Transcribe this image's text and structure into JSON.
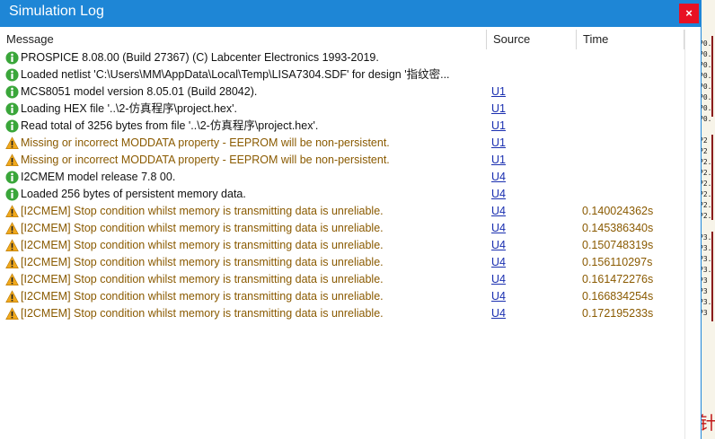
{
  "window": {
    "title": "Simulation Log",
    "close_glyph": "×"
  },
  "columns": {
    "message": "Message",
    "source": "Source",
    "time": "Time"
  },
  "icons": {
    "info": "info-circle-icon",
    "warning": "warning-triangle-icon"
  },
  "colors": {
    "titlebar": "#1e86d6",
    "info": "#3aa63a",
    "warning": "#f0a81c",
    "link": "#1a2fb0"
  },
  "rows": [
    {
      "type": "info",
      "message": "PROSPICE 8.08.00 (Build 27367) (C) Labcenter Electronics 1993-2019.",
      "source": "",
      "time": ""
    },
    {
      "type": "info",
      "message": "Loaded netlist 'C:\\Users\\MM\\AppData\\Local\\Temp\\LISA7304.SDF' for design '指纹密...",
      "source": "",
      "time": ""
    },
    {
      "type": "info",
      "message": "MCS8051 model version 8.05.01 (Build 28042).",
      "source": "U1",
      "time": ""
    },
    {
      "type": "info",
      "message": "Loading HEX file '..\\2-仿真程序\\project.hex'.",
      "source": "U1",
      "time": ""
    },
    {
      "type": "info",
      "message": "Read total of 3256 bytes from file '..\\2-仿真程序\\project.hex'.",
      "source": "U1",
      "time": ""
    },
    {
      "type": "warn",
      "message": "Missing or incorrect MODDATA property - EEPROM will be non-persistent.",
      "source": "U1",
      "time": ""
    },
    {
      "type": "warn",
      "message": "Missing or incorrect MODDATA property - EEPROM will be non-persistent.",
      "source": "U1",
      "time": ""
    },
    {
      "type": "info",
      "message": "I2CMEM model release 7.8 00.",
      "source": "U4",
      "time": ""
    },
    {
      "type": "info",
      "message": "Loaded 256 bytes of persistent memory data.",
      "source": "U4",
      "time": ""
    },
    {
      "type": "warn",
      "message": "[I2CMEM] Stop condition whilst memory is transmitting data is unreliable.",
      "source": "U4",
      "time": "0.140024362s"
    },
    {
      "type": "warn",
      "message": "[I2CMEM] Stop condition whilst memory is transmitting data is unreliable.",
      "source": "U4",
      "time": "0.145386340s"
    },
    {
      "type": "warn",
      "message": "[I2CMEM] Stop condition whilst memory is transmitting data is unreliable.",
      "source": "U4",
      "time": "0.150748319s"
    },
    {
      "type": "warn",
      "message": "[I2CMEM] Stop condition whilst memory is transmitting data is unreliable.",
      "source": "U4",
      "time": "0.156110297s"
    },
    {
      "type": "warn",
      "message": "[I2CMEM] Stop condition whilst memory is transmitting data is unreliable.",
      "source": "U4",
      "time": "0.161472276s"
    },
    {
      "type": "warn",
      "message": "[I2CMEM] Stop condition whilst memory is transmitting data is unreliable.",
      "source": "U4",
      "time": "0.166834254s"
    },
    {
      "type": "warn",
      "message": "[I2CMEM] Stop condition whilst memory is transmitting data is unreliable.",
      "source": "U4",
      "time": "0.172195233s"
    }
  ],
  "background": {
    "pin_labels": [
      "P0.",
      "P0.",
      "P0.",
      "P0.",
      "P0.",
      "P0.",
      "P0.",
      "P0.",
      "P2",
      "P2",
      "P2.",
      "P2.",
      "P2.",
      "P2.",
      "P2.",
      "P2.",
      "P3.",
      "P3.",
      "P3.",
      "P3.",
      "P3",
      "P3",
      "P3.",
      "P3"
    ],
    "red_text": "针"
  }
}
